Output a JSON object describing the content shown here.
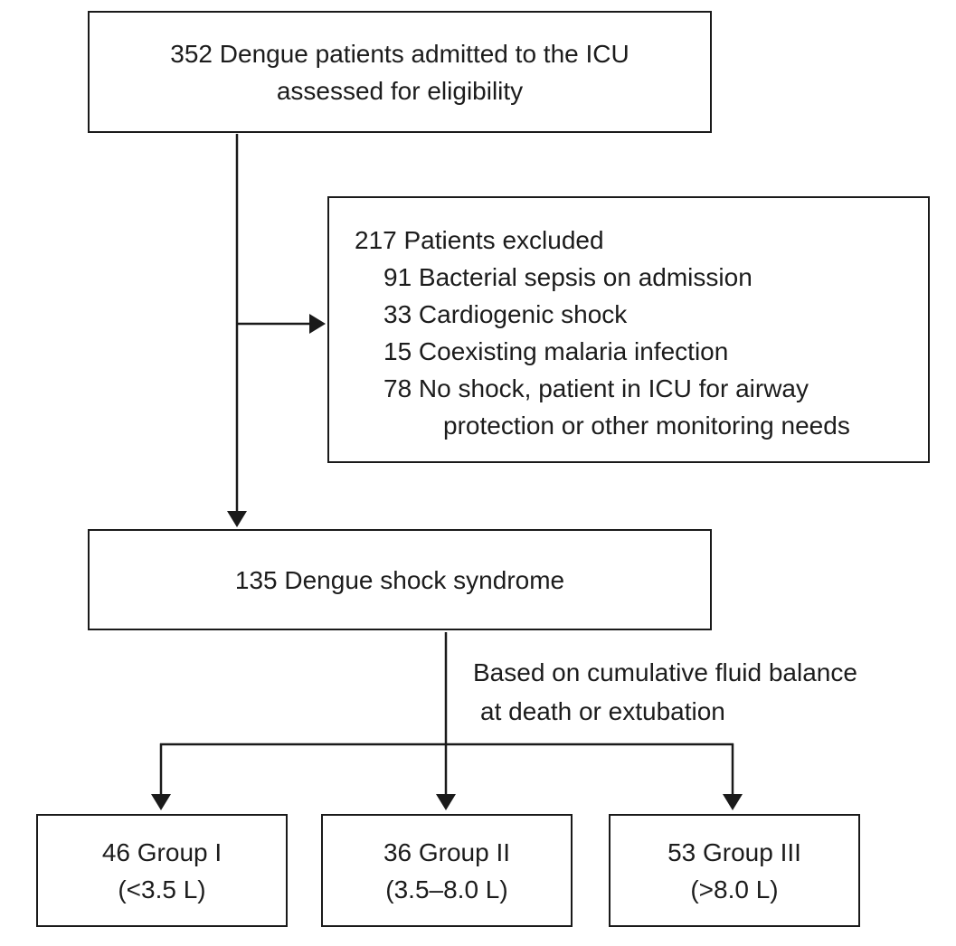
{
  "flow": {
    "eligibility": {
      "line1": "352 Dengue patients admitted to the ICU",
      "line2": "assessed for eligibility"
    },
    "excluded": {
      "title": "217 Patients excluded",
      "items": [
        "91 Bacterial sepsis on admission",
        "33 Cardiogenic shock",
        "15 Coexisting malaria infection",
        "78 No shock, patient in ICU for airway"
      ],
      "item_continuation": "protection or other monitoring needs"
    },
    "dss": {
      "line1": "135 Dengue shock syndrome"
    },
    "branch_label": {
      "line1": "Based on cumulative fluid balance",
      "line2": "at death or extubation"
    },
    "groups": [
      {
        "count_label": "46 Group I",
        "range_label": "(<3.5 L)"
      },
      {
        "count_label": "36 Group II",
        "range_label": "(3.5–8.0 L)"
      },
      {
        "count_label": "53 Group III",
        "range_label": "(>8.0 L)"
      }
    ],
    "colors": {
      "line": "#1a1a1a",
      "text": "#1c1c1c",
      "background": "#ffffff"
    }
  }
}
